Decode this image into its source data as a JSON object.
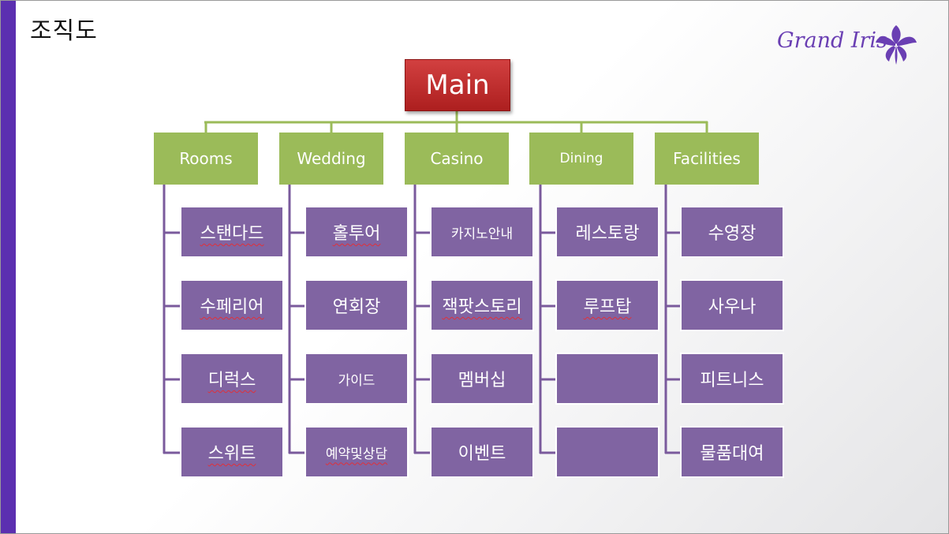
{
  "slide": {
    "title": "조직도"
  },
  "logo": {
    "text": "Grand Iris",
    "color": "#6a3fb3"
  },
  "colors": {
    "main": "#c0302f",
    "category": "#9bbb59",
    "leaf": "#8064a2",
    "connector": "#7a5a9c",
    "left_bar": "#5b2fb0"
  },
  "org": {
    "root": "Main",
    "categories": [
      {
        "label": "Rooms",
        "items": [
          "스탠다드",
          "수페리어",
          "디럭스",
          "스위트"
        ]
      },
      {
        "label": "Wedding",
        "items": [
          "홀투어",
          "연회장",
          "가이드",
          "예약및상담"
        ]
      },
      {
        "label": "Casino",
        "items": [
          "카지노안내",
          "잭팟스토리",
          "멤버십",
          "이벤트"
        ]
      },
      {
        "label": "Dining",
        "items": [
          "레스토랑",
          "루프탑",
          "",
          ""
        ]
      },
      {
        "label": "Facilities",
        "items": [
          "수영장",
          "사우나",
          "피트니스",
          "물품대여"
        ]
      }
    ]
  }
}
